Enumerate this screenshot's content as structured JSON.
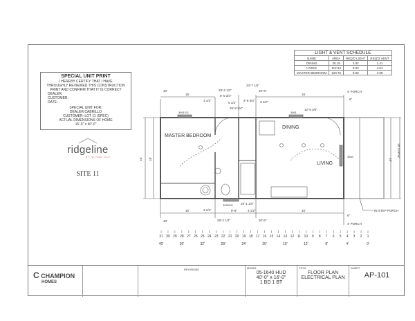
{
  "special_unit": {
    "title": "SPECIAL UNIT PRINT",
    "certify_lines": [
      "I HEREBY CERTIFY THAT I HAVE",
      "THROUGHLY REVIEWED THIS CONSTRUCTION",
      "PRINT AND CONFIRM THAT IT IS CORRECT"
    ],
    "dealer_label": "DEALER:",
    "customer_label": "CUSTOMER:",
    "date_label": "DATE:",
    "for_label": "SPECIAL UNIT FOR:",
    "dealer": "DEALER:CABRILLO",
    "customer": "CUSTOMER: LOT 11 (SPEC)",
    "dims_label": "ACTUAL DIMENSIONS OF HOME",
    "dims": "15'-0\" x 40'-0\""
  },
  "brand": {
    "name": "ridgeline",
    "tagline": "BY SILVER OAK",
    "site": "SITE 11"
  },
  "light_vent": {
    "title": "LIGHT & VENT SCHEDULE",
    "headers": [
      "NAME",
      "AREA",
      "REQ'D LIGHT",
      "REQ'D VENT"
    ],
    "rows": [
      [
        "DINING",
        "35.19",
        "2.82",
        "1.41"
      ],
      [
        "LIVING",
        "112.84",
        "9.03",
        "4.51"
      ],
      [
        "MASTER BEDROOM",
        "123.75",
        "9.90",
        "4.95"
      ]
    ]
  },
  "plan": {
    "rooms": [
      "MASTER BEDROOM",
      "DINING",
      "LIVING"
    ],
    "windows": [
      "3661SG",
      "3661",
      "3036SG",
      "3660"
    ],
    "dims_top": [
      "40'",
      "16'",
      "29'-2 1/2\"",
      "5'-0 3/4\"",
      "3 1/2\"",
      "23'-7 1/4\"",
      "2'-9 3/4\"",
      "6 1/2\"",
      "25'-8 3/4\"",
      "20'-6\"",
      "3 1/2\"",
      "16'",
      "12'-5 3/4\"",
      "4' PORCH",
      "6\""
    ],
    "dims_bottom": [
      "40'",
      "16'",
      "3 1/2\"",
      "29'-2 1/2\"",
      "8'-5\"",
      "25'-1 1/4\"",
      "3 1/2\"",
      "20'-6\"",
      "16'",
      "6\"",
      "4' PORCH"
    ],
    "dims_side": [
      "15'",
      "18'",
      "16'",
      "18' Unit W"
    ],
    "porch_label": "IN-STEP PORCH",
    "ruler_numbers": [
      "31",
      "30",
      "29",
      "28",
      "27",
      "26",
      "25",
      "24",
      "23",
      "22",
      "21",
      "20",
      "19",
      "18",
      "17",
      "16",
      "15",
      "14",
      "13",
      "12",
      "11",
      "10",
      "9",
      "8",
      "7",
      "6",
      "5",
      "4",
      "3",
      "2",
      "1"
    ],
    "ruler_feet": [
      "40'",
      "36'",
      "32'",
      "28'",
      "24'",
      "20'",
      "16'",
      "12'",
      "8'",
      "4'",
      "0'"
    ]
  },
  "title_block": {
    "company": "CHAMPION",
    "company_sub": "HOMES",
    "revisions_label": "REVISIONS",
    "model_label": "MODEL",
    "model": [
      "05-1640 HUD",
      "40'-0\" x 16'-0\"",
      "1 BD 1 BT"
    ],
    "title_label": "TITLE",
    "title": [
      "FLOOR PLAN",
      "ELECTRICAL PLAN"
    ],
    "sheet_label": "SHEET",
    "sheet": "AP-101"
  }
}
